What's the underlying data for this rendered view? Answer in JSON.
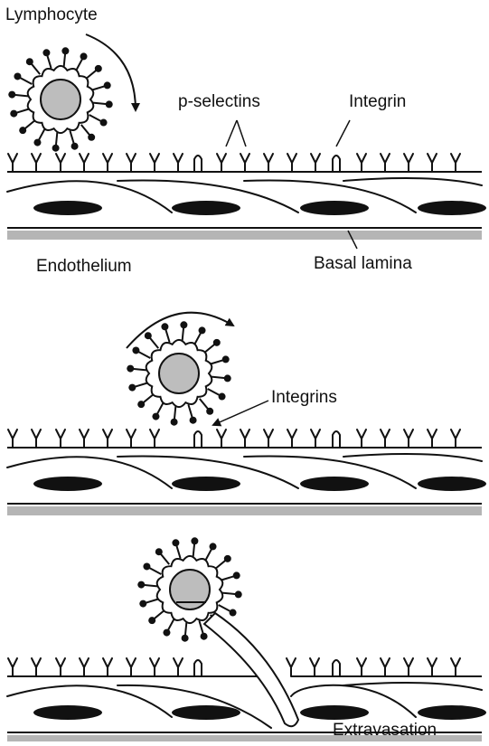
{
  "labels": {
    "lymphocyte": "Lymphocyte",
    "p_selectins": "p-selectins",
    "integrin": "Integrin",
    "endothelium": "Endothelium",
    "basal_lamina": "Basal lamina",
    "integrins": "Integrins",
    "extravasation": "Extravasation"
  },
  "colors": {
    "ink": "#111111",
    "nucleus_fill": "#bdbdbd",
    "cell_fill": "#ffffff",
    "basal_band": "#b5b5b5",
    "endothelial_nucleus": "#111111",
    "background": "#ffffff"
  }
}
